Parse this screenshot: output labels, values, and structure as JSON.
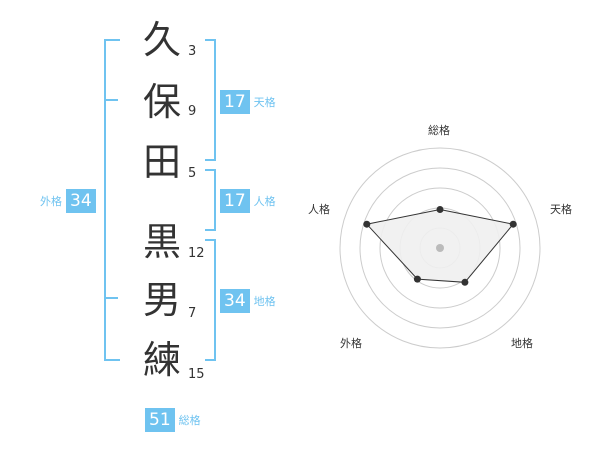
{
  "name": {
    "characters": [
      {
        "char": "久",
        "strokes": "3"
      },
      {
        "char": "保",
        "strokes": "9"
      },
      {
        "char": "田",
        "strokes": "5"
      },
      {
        "char": "黒",
        "strokes": "12"
      },
      {
        "char": "男",
        "strokes": "7"
      },
      {
        "char": "練",
        "strokes": "15"
      }
    ]
  },
  "scores": {
    "tenkaku": {
      "value": "17",
      "label": "天格"
    },
    "jinkaku": {
      "value": "17",
      "label": "人格"
    },
    "chikaku": {
      "value": "34",
      "label": "地格"
    },
    "gaikaku": {
      "value": "34",
      "label": "外格"
    },
    "soukaku": {
      "value": "51",
      "label": "総格"
    }
  },
  "radar": {
    "axes": [
      "総格",
      "天格",
      "地格",
      "外格",
      "人格"
    ],
    "levels": [
      0.5,
      1.0,
      0.55,
      0.5,
      1.0
    ],
    "accent_color": "#6fc3f0",
    "fill_color": "#f0f0f0"
  }
}
